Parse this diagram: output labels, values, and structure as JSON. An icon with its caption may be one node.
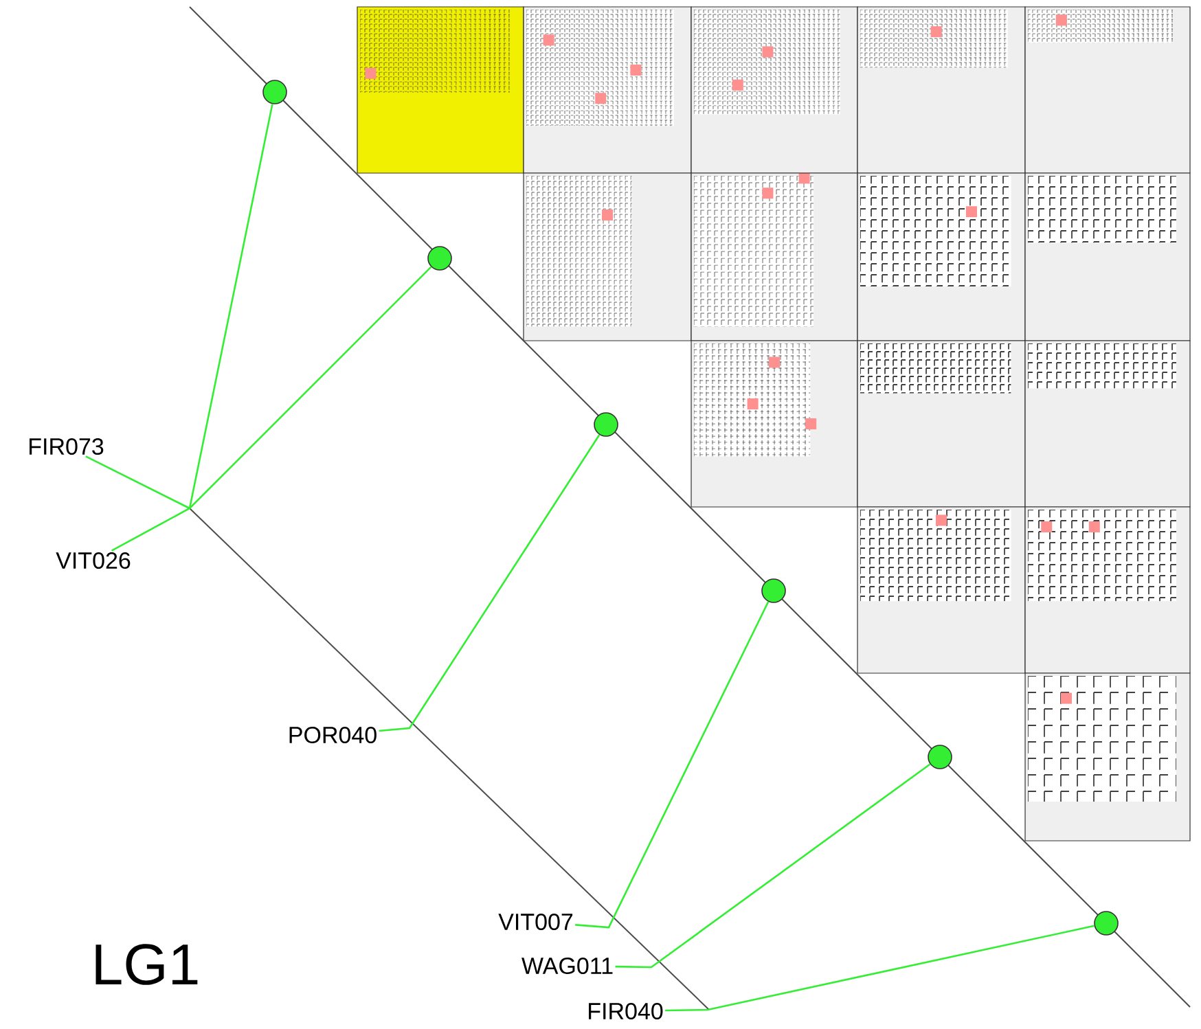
{
  "diagram": {
    "nodes": [
      {
        "text": [
          "FIR073"
        ]
      },
      {
        "text": [
          "VIT026"
        ]
      },
      {
        "text": [
          "POR040"
        ]
      },
      {
        "text": [
          "VIT007"
        ]
      },
      {
        "text": [
          "WAG011"
        ]
      },
      {
        "text": [
          "FIR040"
        ]
      },
      {
        "text": [],
        "shape": "circle"
      },
      {
        "text": [],
        "shape": "circle"
      },
      {
        "text": [],
        "shape": "circle"
      },
      {
        "text": [],
        "shape": "circle"
      },
      {
        "text": [],
        "shape": "circle"
      },
      {
        "text": [],
        "shape": "circle"
      }
    ],
    "edges": [
      {
        "from": 0,
        "to": 6,
        "arrow": "none"
      },
      {
        "from": 1,
        "to": 7,
        "arrow": "none"
      },
      {
        "from": 2,
        "to": 8,
        "arrow": "none"
      },
      {
        "from": 3,
        "to": 9,
        "arrow": "none"
      },
      {
        "from": 4,
        "to": 10,
        "arrow": "none"
      },
      {
        "from": 5,
        "to": 11,
        "arrow": "none"
      }
    ],
    "labels": [
      "LG1"
    ]
  }
}
